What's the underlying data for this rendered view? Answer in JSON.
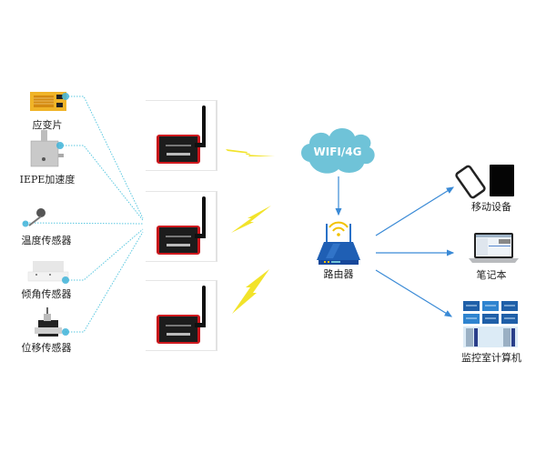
{
  "sensors": [
    {
      "label": "应变片",
      "icon": "strain-gauge-icon"
    },
    {
      "label": "IEPE加速度",
      "icon": "accelerometer-icon"
    },
    {
      "label": "温度传感器",
      "icon": "temperature-sensor-icon"
    },
    {
      "label": "倾角传感器",
      "icon": "inclinometer-icon"
    },
    {
      "label": "位移传感器",
      "icon": "displacement-sensor-icon"
    }
  ],
  "acquisition_units": [
    {
      "icon": "wireless-data-logger-icon"
    },
    {
      "icon": "wireless-data-logger-icon"
    },
    {
      "icon": "wireless-data-logger-icon"
    }
  ],
  "network": {
    "label": "WIFI/4G",
    "icon": "cloud-icon"
  },
  "router": {
    "label": "路由器",
    "icon": "router-icon"
  },
  "clients": [
    {
      "label": "移动设备",
      "icon": "mobile-devices-icon"
    },
    {
      "label": "笔记本",
      "icon": "laptop-icon"
    },
    {
      "label": "监控室计算机",
      "icon": "monitoring-room-icon"
    }
  ],
  "colors": {
    "dotted_link": "#5bc8e0",
    "wireless_bolt": "#f2e32a",
    "cloud": "#6fc3d8",
    "arrow": "#3a8ad6",
    "router": "#1f5fb4",
    "device_red": "#c8141a"
  }
}
